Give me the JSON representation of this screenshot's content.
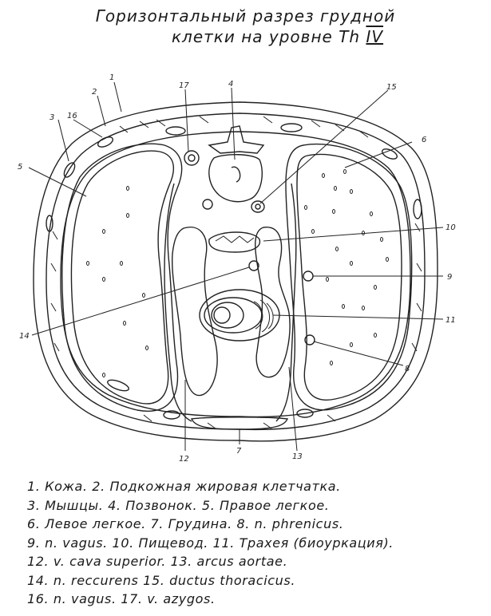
{
  "title": {
    "line1": "Горизонтальный разрез грудной",
    "line2_text": "клетки на уровне Th",
    "line2_vertebra": "IV"
  },
  "labels": {
    "n1": "1",
    "n2": "2",
    "n3": "3",
    "n4": "4",
    "n5": "5",
    "n6": "6",
    "n7": "7",
    "n8": "8",
    "n9": "9",
    "n10": "10",
    "n11": "11",
    "n12": "12",
    "n13": "13",
    "n14": "14",
    "n15": "15",
    "n16": "16",
    "n17": "17"
  },
  "legend": [
    "1. Кожа.  2. Подкожная жировая клетчатка.",
    "3. Мышцы.  4. Позвонок.  5. Правое легкое.",
    "6. Левое легкое.  7. Грудина.  8. n. phrenicus.",
    "9. n. vagus.  10. Пищевод.  11. Трахея (биоуркация).",
    "12. v. cava superior.   13. arcus aortae.",
    "14. n. reccurens          15. ductus thoracicus.",
    "16. n. vagus.     17. v. azygos."
  ]
}
